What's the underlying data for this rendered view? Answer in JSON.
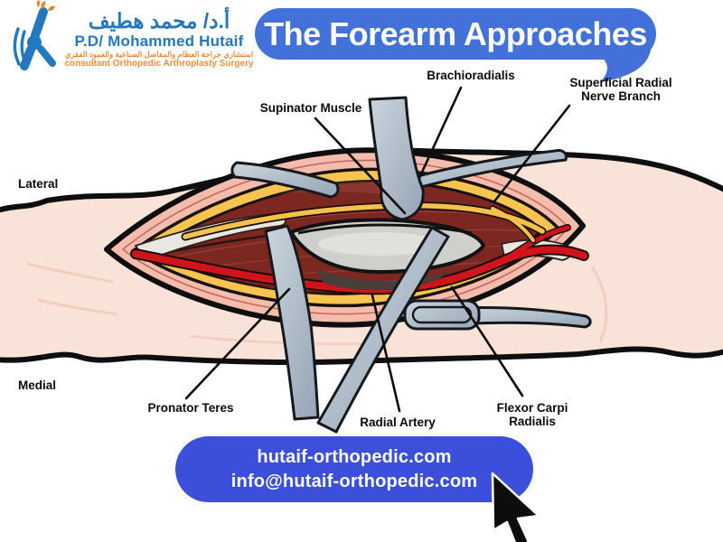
{
  "brand": {
    "logo_icon": "knee-joint-logo-icon",
    "name_ar": "أ.د/ محمد هطيف",
    "name_en": "P.D/ Mohammed Hutaif",
    "tagline_ar": "استشاري جراحة العظام والمفاصل الصناعية والعمود الفقري",
    "tagline_en": "consultant Orthopedic Arthroplasty Surgery",
    "brand_blue": "#2378BE",
    "brand_orange": "#EE8C3A"
  },
  "banner": {
    "text": "The Forearm Approaches",
    "shape": "speech-bubble",
    "color": "#4271D9",
    "text_color": "#FFFFFF"
  },
  "diagram": {
    "subject": "forearm surgical approach illustration with retracted incision",
    "side_labels": {
      "lateral": "Lateral",
      "medial": "Medial"
    },
    "labels": {
      "supinator": "Supinator Muscle",
      "brachioradialis": "Brachioradialis",
      "superficial_radial_line1": "Superficial Radial",
      "superficial_radial_line2": "Nerve Branch",
      "pronator": "Pronator Teres",
      "radial_artery": "Radial Artery",
      "flexor_carpi_line1": "Flexor Carpi",
      "flexor_carpi_line2": "Radialis"
    },
    "palette": {
      "skin": "#F9E2D8",
      "incision_edge_pink": "#F5BCAC",
      "subcutaneous_fat_yellow": "#F7C54F",
      "muscle_red": "#7D2721",
      "artery_red": "#D11419",
      "nerve_yellow": "#F5C14B",
      "bone_gray": "#CFCFCB",
      "retractor_gray": "#AAB6C4"
    }
  },
  "footer": {
    "website": "hutaif-orthopedic.com",
    "email": "info@hutaif-orthopedic.com",
    "color": "#3B4FDB",
    "cursor_icon": "mouse-pointer-icon"
  }
}
